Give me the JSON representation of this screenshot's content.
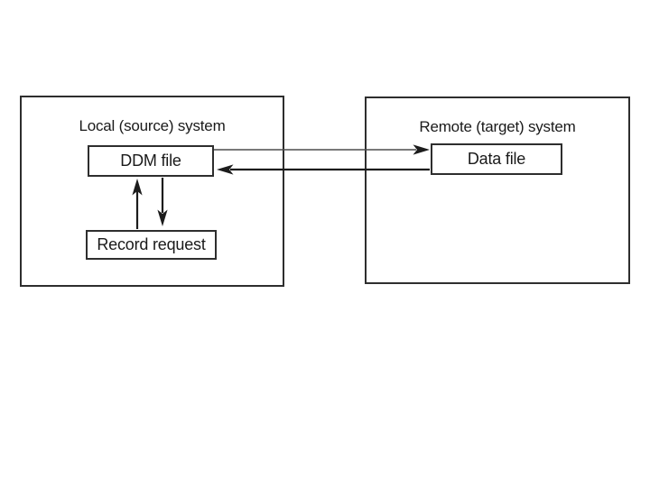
{
  "local_system": {
    "title": "Local (source) system",
    "ddm_file_label": "DDM file",
    "record_request_label": "Record request"
  },
  "remote_system": {
    "title": "Remote (target) system",
    "data_file_label": "Data file"
  },
  "connections": [
    {
      "from": "DDM file",
      "to": "Data file",
      "direction": "right",
      "line_style": "thin"
    },
    {
      "from": "Data file",
      "to": "DDM file",
      "direction": "left",
      "line_style": "thick"
    },
    {
      "from": "Record request",
      "to": "DDM file",
      "direction": "up",
      "line_style": "thick"
    },
    {
      "from": "DDM file",
      "to": "Record request",
      "direction": "down",
      "line_style": "thick"
    }
  ],
  "colors": {
    "background": "#ffffff",
    "line": "#1c1c1c",
    "thin_line": "#4d4d4d",
    "box_border": "#2e2e2e",
    "text": "#1a1a1a"
  }
}
